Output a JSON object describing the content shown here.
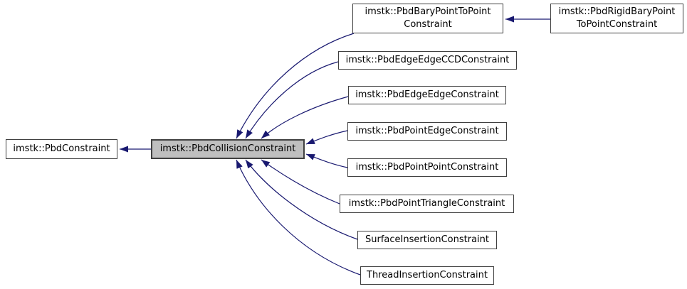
{
  "diagram": {
    "type": "class-inheritance-graph",
    "nodes": {
      "pbd_constraint": {
        "label": "imstk::PbdConstraint",
        "role": "base"
      },
      "pbd_collision_constraint": {
        "label": "imstk::PbdCollisionConstraint",
        "role": "focus"
      },
      "bary_point_to_point": {
        "label": "imstk::PbdBaryPointToPoint\nConstraint",
        "role": "derived"
      },
      "rigid_bary_point_to_point": {
        "label": "imstk::PbdRigidBaryPoint\nToPointConstraint",
        "role": "derived"
      },
      "edge_edge_ccd": {
        "label": "imstk::PbdEdgeEdgeCCDConstraint",
        "role": "derived"
      },
      "edge_edge": {
        "label": "imstk::PbdEdgeEdgeConstraint",
        "role": "derived"
      },
      "point_edge": {
        "label": "imstk::PbdPointEdgeConstraint",
        "role": "derived"
      },
      "point_point": {
        "label": "imstk::PbdPointPointConstraint",
        "role": "derived"
      },
      "point_triangle": {
        "label": "imstk::PbdPointTriangleConstraint",
        "role": "derived"
      },
      "surface_insertion": {
        "label": "SurfaceInsertionConstraint",
        "role": "derived"
      },
      "thread_insertion": {
        "label": "ThreadInsertionConstraint",
        "role": "derived"
      }
    },
    "edges": [
      {
        "from": "pbd_collision_constraint",
        "to": "pbd_constraint"
      },
      {
        "from": "bary_point_to_point",
        "to": "pbd_collision_constraint"
      },
      {
        "from": "rigid_bary_point_to_point",
        "to": "bary_point_to_point"
      },
      {
        "from": "edge_edge_ccd",
        "to": "pbd_collision_constraint"
      },
      {
        "from": "edge_edge",
        "to": "pbd_collision_constraint"
      },
      {
        "from": "point_edge",
        "to": "pbd_collision_constraint"
      },
      {
        "from": "point_point",
        "to": "pbd_collision_constraint"
      },
      {
        "from": "point_triangle",
        "to": "pbd_collision_constraint"
      },
      {
        "from": "surface_insertion",
        "to": "pbd_collision_constraint"
      },
      {
        "from": "thread_insertion",
        "to": "pbd_collision_constraint"
      }
    ]
  },
  "colors": {
    "bg": "#ffffff",
    "arrow": "#191970",
    "node_fill": "#ffffff",
    "node_border": "#404040",
    "focus_fill": "#bfbfbf",
    "text": "#000000"
  }
}
